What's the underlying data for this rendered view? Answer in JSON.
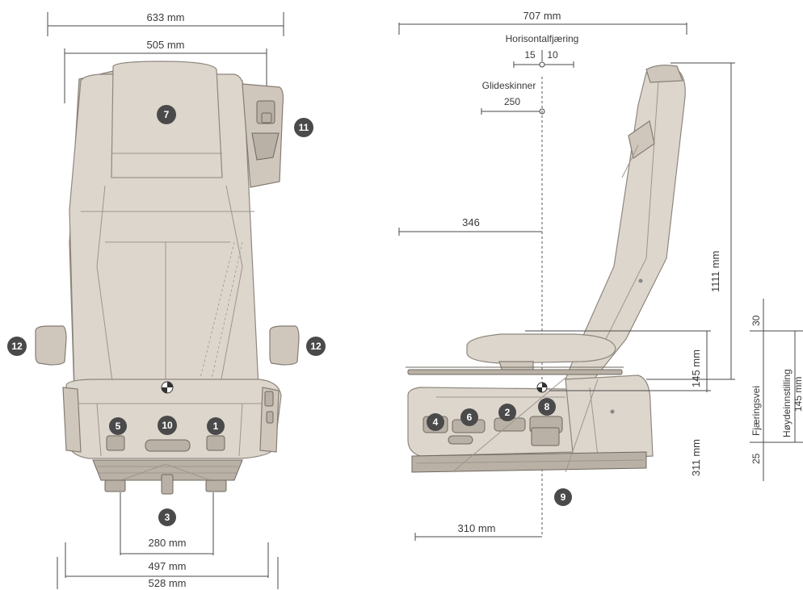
{
  "front_view": {
    "width_overall": "633 mm",
    "width_backrest": "505 mm",
    "mount_spacing": "280 mm",
    "base_width_inner": "497 mm",
    "base_width_outer": "528 mm"
  },
  "side_view": {
    "depth_overall": "707  mm",
    "horizontal_suspension_label": "Horisontalfjæring",
    "horizontal_suspension_left": "15",
    "horizontal_suspension_right": "10",
    "slide_rails_label": "Glideskinner",
    "slide_rails_value": "250",
    "seat_reference_distance": "346",
    "height_overall": "1111 mm",
    "armrest_to_sip_height": "145 mm",
    "sip_to_floor_height": "311 mm",
    "cushion_depth": "310 mm",
    "suspension_travel_label": "Fjæringsvei",
    "height_adjustment_label": "Høydeinnstilling",
    "height_adjustment_value": "145 mm",
    "travel_top": "30",
    "travel_bottom": "25"
  },
  "badges": {
    "b1": "1",
    "b2": "2",
    "b3": "3",
    "b4": "4",
    "b5": "5",
    "b6": "6",
    "b7": "7",
    "b8": "8",
    "b9": "9",
    "b10": "10",
    "b11": "11",
    "b12_left": "12",
    "b12_right": "12"
  }
}
